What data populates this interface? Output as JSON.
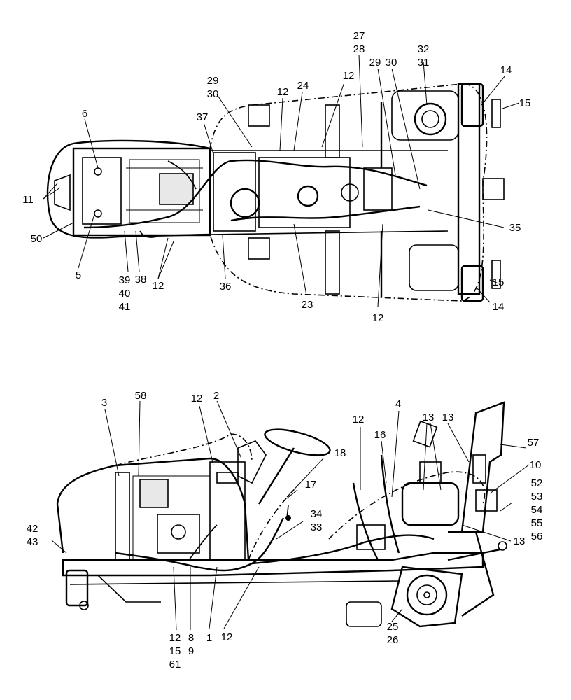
{
  "top_view": {
    "labels": [
      "6",
      "11",
      "50",
      "5",
      "39",
      "40",
      "41",
      "38",
      "12",
      "36",
      "37",
      "29",
      "30",
      "12",
      "24",
      "12",
      "27",
      "28",
      "29",
      "30",
      "32",
      "31",
      "14",
      "15",
      "35",
      "23",
      "12",
      "15",
      "14"
    ]
  },
  "side_view": {
    "labels": [
      "3",
      "58",
      "12",
      "2",
      "18",
      "17",
      "34",
      "33",
      "12",
      "16",
      "4",
      "13",
      "13",
      "57",
      "10",
      "52",
      "53",
      "54",
      "55",
      "56",
      "13",
      "42",
      "43",
      "12",
      "15",
      "61",
      "8",
      "9",
      "1",
      "12",
      "25",
      "26"
    ]
  },
  "colors": {
    "ink": "#000000",
    "background": "#ffffff"
  }
}
